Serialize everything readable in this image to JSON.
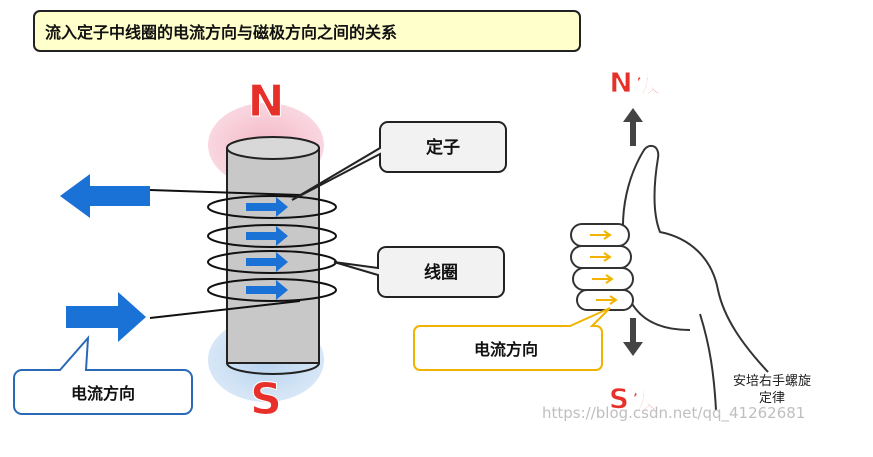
{
  "title": "流入定子中线圈的电流方向与磁极方向之间的关系",
  "left": {
    "north": "N",
    "south": "S",
    "stator_label": "定子",
    "coil_label": "线圈",
    "current_label": "电流方向"
  },
  "right": {
    "north": "N极",
    "south": "S极",
    "current_label": "电流方向",
    "rule_line1": "安培右手螺旋",
    "rule_line2": "定律"
  },
  "watermark": "https://blog.csdn.net/qq_41262681",
  "colors": {
    "arrow_blue": "#1a72d6",
    "pole_red": "#e8302a",
    "north_glow": "#f4b7c7",
    "south_glow": "#b7d3ef",
    "finger_arrow": "#f0b400",
    "title_bg": "#ffffcc"
  }
}
